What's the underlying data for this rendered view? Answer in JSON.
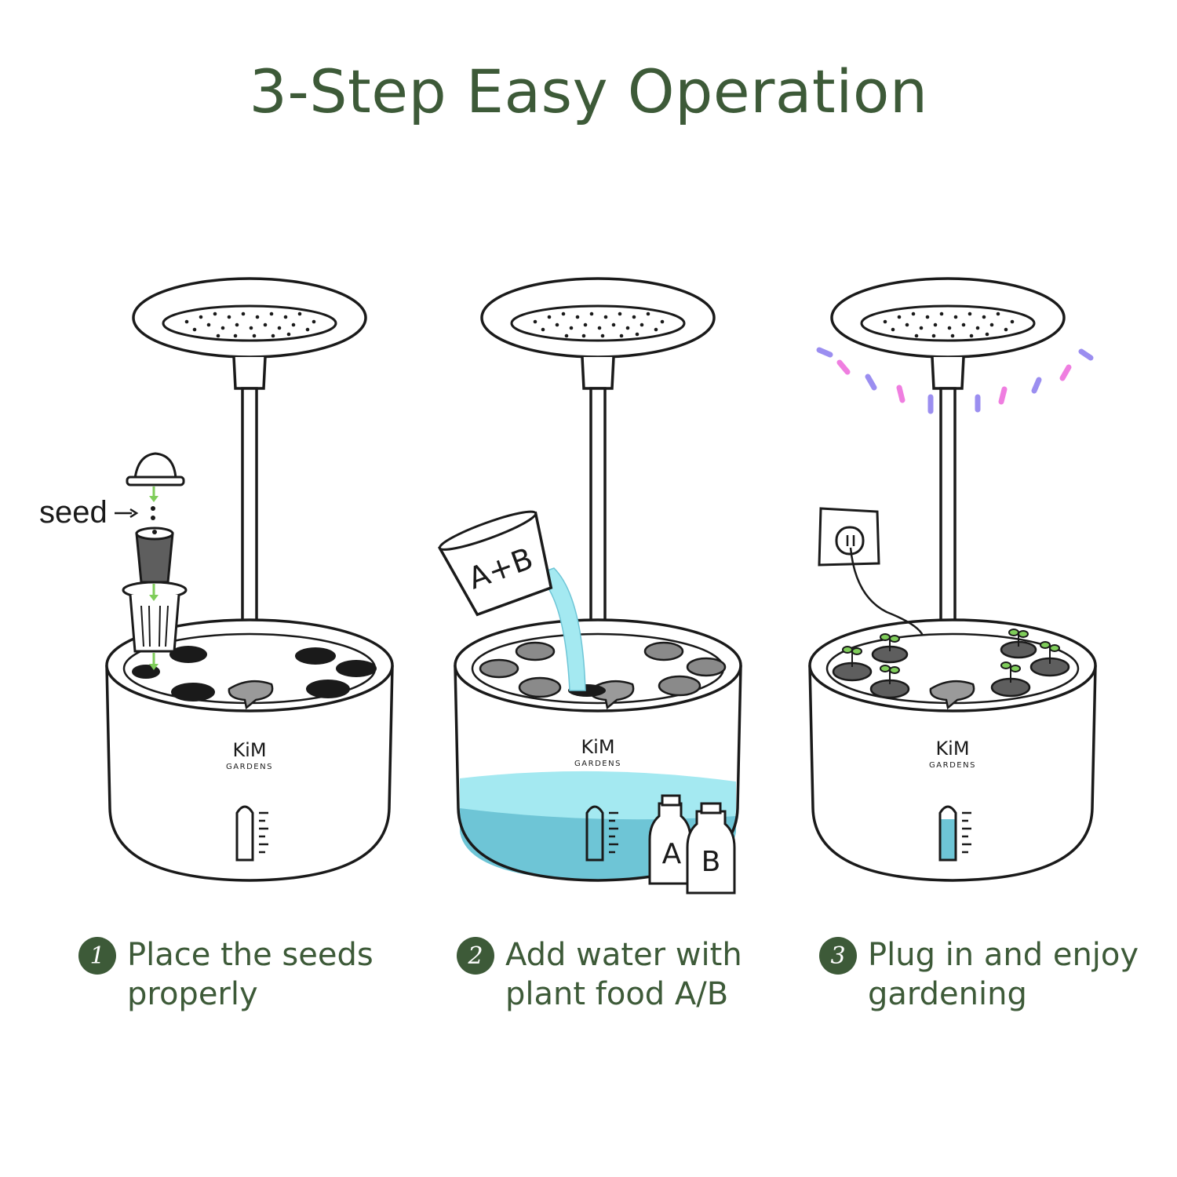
{
  "title": "3-Step Easy Operation",
  "brand": {
    "logo_main": "KiM",
    "logo_sub": "GARDENS"
  },
  "labels": {
    "seed": "seed",
    "cup": "A+B",
    "bottle_a": "A",
    "bottle_b": "B"
  },
  "colors": {
    "accent": "#3d5a38",
    "water": "#a4e9f1",
    "water_deep": "#6ec5d6",
    "light_purple": "#9b8ef0",
    "light_pink": "#ef7ee0",
    "sprout": "#7fcd5a"
  },
  "steps": [
    {
      "number": "1",
      "line1": "Place the seeds",
      "line2": "properly"
    },
    {
      "number": "2",
      "line1": "Add water with",
      "line2": "plant food A/B"
    },
    {
      "number": "3",
      "line1": "Plug in and enjoy",
      "line2": "gardening"
    }
  ]
}
